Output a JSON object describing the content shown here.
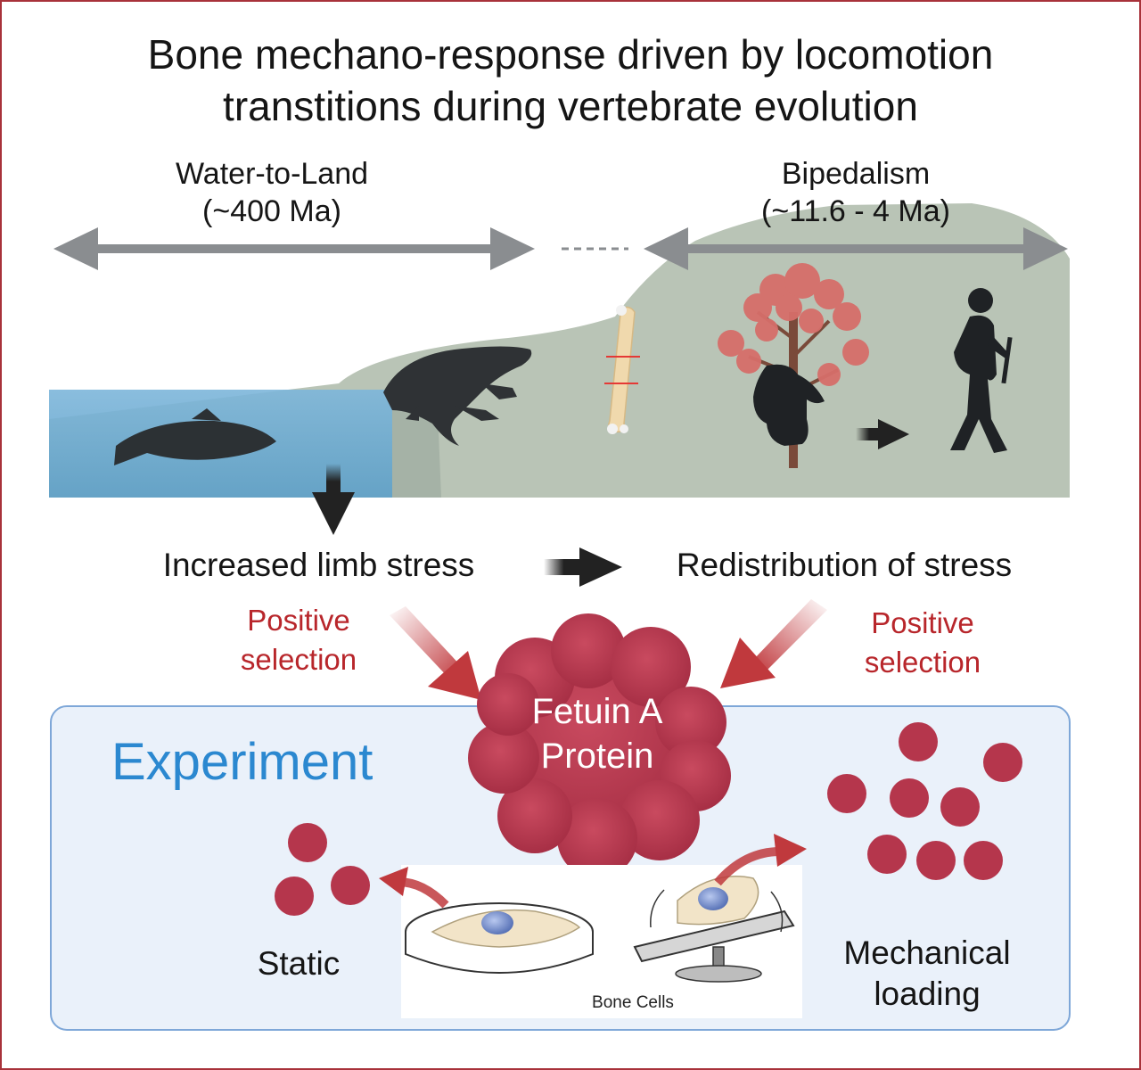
{
  "title": {
    "line1": "Bone mechano-response driven by locomotion",
    "line2": "transtitions during vertebrate evolution"
  },
  "eras": {
    "water_to_land": {
      "line1": "Water-to-Land",
      "line2": "(~400 Ma)"
    },
    "bipedalism": {
      "line1": "Bipedalism",
      "line2": "(~11.6 - 4 Ma)"
    }
  },
  "stress": {
    "increased": "Increased limb stress",
    "redistribution": "Redistribution of stress"
  },
  "selection": {
    "left": {
      "line1": "Positive",
      "line2": "selection"
    },
    "right": {
      "line1": "Positive",
      "line2": "selection"
    }
  },
  "protein": {
    "line1": "Fetuin A",
    "line2": "Protein"
  },
  "experiment": {
    "heading": "Experiment",
    "static_label": "Static",
    "loading_line1": "Mechanical",
    "loading_line2": "loading",
    "cells_label": "Bone Cells"
  },
  "colors": {
    "border": "#a8323a",
    "selection_text": "#b8262b",
    "experiment_text": "#2b88d0",
    "protein_fill": "#b93a4f",
    "water": "#6aa9d0",
    "land": "#b9c4b6"
  }
}
